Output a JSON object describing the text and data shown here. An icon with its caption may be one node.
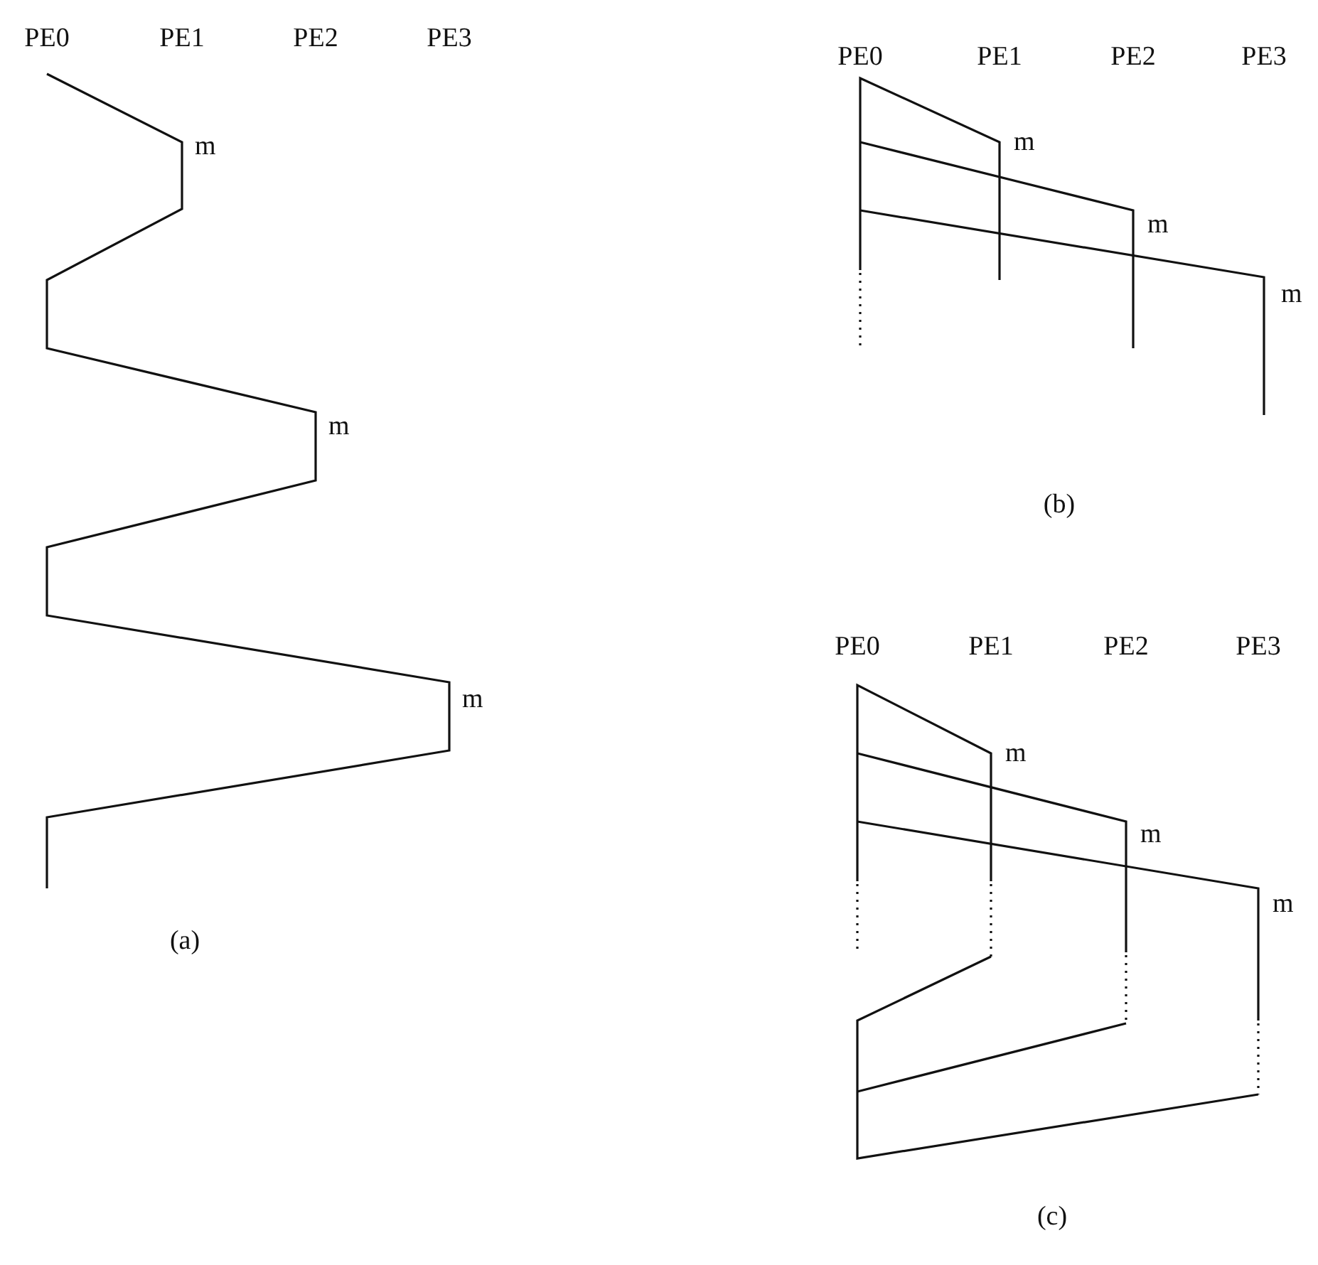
{
  "diagram": {
    "labels": [
      "PE0",
      "PE1",
      "PE2",
      "PE3",
      "m",
      "m",
      "m",
      "(a)",
      "PE0",
      "PE1",
      "PE2",
      "PE3",
      "m",
      "m",
      "m",
      "(b)",
      "PE0",
      "PE1",
      "PE2",
      "PE3",
      "m",
      "m",
      "m",
      "(c)"
    ]
  }
}
